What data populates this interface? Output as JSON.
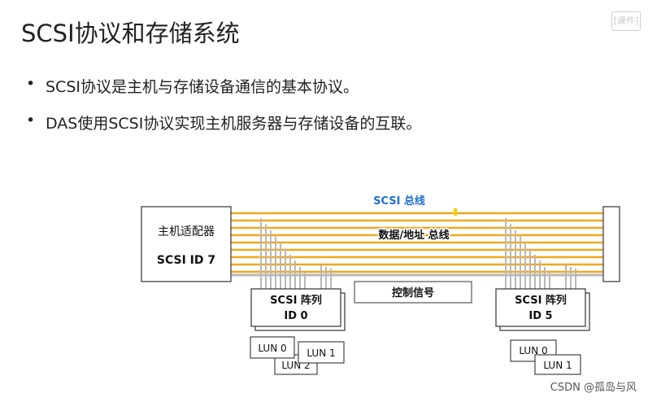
{
  "slide": {
    "title": "SCSI协议和存储系统",
    "logo_text": "[课件]",
    "bullets": [
      "SCSI协议是主机与存储设备通信的基本协议。",
      "DAS使用SCSI协议实现主机服务器与存储设备的互联。"
    ]
  },
  "diagram": {
    "bus_label": "SCSI 总线",
    "data_address_label": "数据/地址 总线",
    "control_label": "控制信号",
    "host_adapter": {
      "name": "主机适配器",
      "id": "SCSI ID 7"
    },
    "arrays": [
      {
        "name": "SCSI 阵列",
        "id": "ID 0",
        "luns": [
          "LUN 0",
          "LUN 1",
          "LUN 2"
        ]
      },
      {
        "name": "SCSI 阵列",
        "id": "ID 5",
        "luns": [
          "LUN 0",
          "LUN 1"
        ]
      }
    ],
    "colors": {
      "bus_lines": "#f0a81e",
      "bus_label": "#1f6fd1",
      "drop_lines": "#b8b8b8"
    }
  },
  "footer": {
    "watermark": "CSDN @孤岛与风"
  }
}
